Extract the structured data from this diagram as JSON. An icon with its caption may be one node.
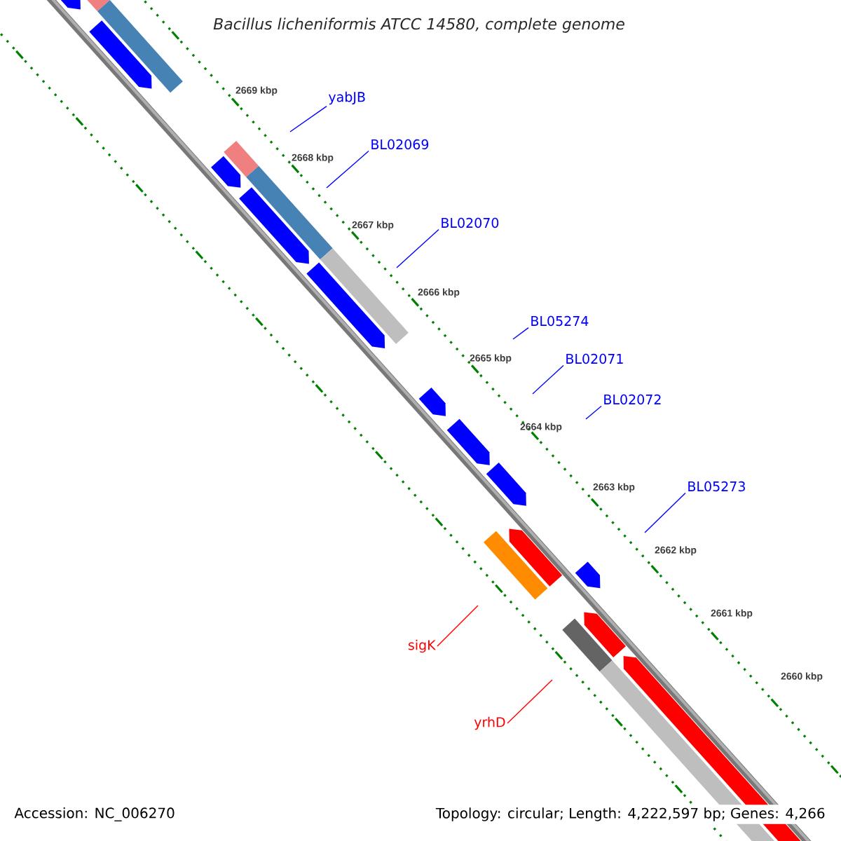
{
  "diagram": {
    "title": "Bacillus licheniformis ATCC 14580, complete genome",
    "nodes": [
      {
        "text": [
          "yabJB"
        ]
      },
      {
        "text": [
          "BL02069"
        ]
      },
      {
        "text": [
          "BL02070"
        ]
      },
      {
        "text": [
          "BL05274"
        ]
      },
      {
        "text": [
          "BL02071"
        ]
      },
      {
        "text": [
          "BL02072"
        ]
      },
      {
        "text": [
          "BL05273"
        ]
      },
      {
        "text": [
          "sigK"
        ]
      },
      {
        "text": [
          "yrhD"
        ]
      }
    ],
    "edges": [
      {
        "from": 0,
        "to": null,
        "arrow": "none"
      },
      {
        "from": 1,
        "to": null,
        "arrow": "none"
      },
      {
        "from": 2,
        "to": null,
        "arrow": "none"
      },
      {
        "from": 3,
        "to": null,
        "arrow": "none"
      },
      {
        "from": 4,
        "to": null,
        "arrow": "none"
      },
      {
        "from": 5,
        "to": null,
        "arrow": "none"
      },
      {
        "from": 6,
        "to": null,
        "arrow": "none"
      },
      {
        "from": 7,
        "to": null,
        "arrow": "none",
        "color": "#ff0000"
      },
      {
        "from": 8,
        "to": null,
        "arrow": "none",
        "color": "#ff0000"
      }
    ],
    "labels": [
      "2669 kbp",
      "2668 kbp",
      "2667 kbp",
      "2666 kbp",
      "2665 kbp",
      "2664 kbp",
      "2663 kbp",
      "2662 kbp",
      "2661 kbp",
      "2660 kbp",
      "Accession: NC_006270",
      "Topology: circular; Length: 4,222,597 bp; Genes: 4,266"
    ]
  }
}
